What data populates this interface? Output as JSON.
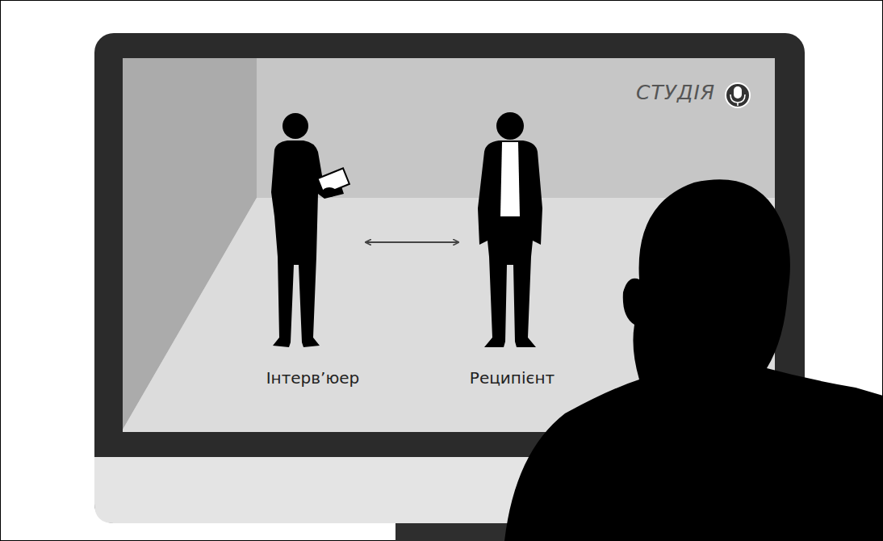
{
  "diagram": {
    "nodes": [
      {
        "text": [
          "Інтерв’юер"
        ]
      },
      {
        "text": [
          "Реципієнт"
        ]
      }
    ],
    "edges": [
      {
        "from": 0,
        "to": 1,
        "arrow": "both"
      }
    ],
    "labels": [
      "СТУДІЯ"
    ]
  }
}
